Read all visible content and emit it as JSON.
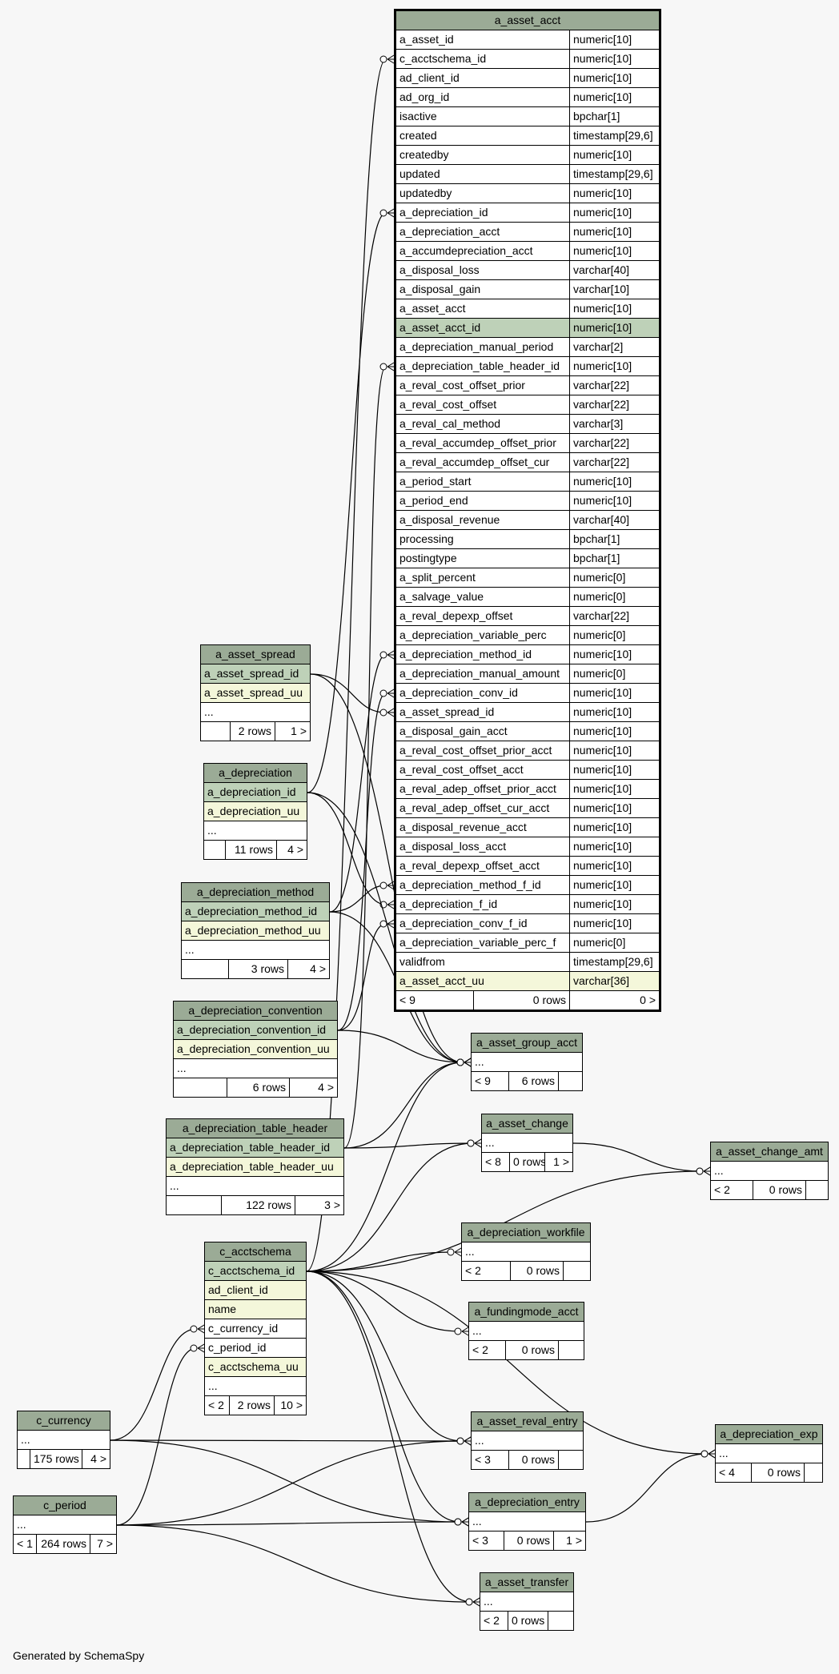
{
  "footer": "Generated by SchemaSpy",
  "tables": [
    {
      "id": "a_asset_acct",
      "name": "a_asset_acct",
      "main": true,
      "columns": [
        {
          "name": "a_asset_id",
          "type": "numeric[10]"
        },
        {
          "name": "c_acctschema_id",
          "type": "numeric[10]"
        },
        {
          "name": "ad_client_id",
          "type": "numeric[10]"
        },
        {
          "name": "ad_org_id",
          "type": "numeric[10]"
        },
        {
          "name": "isactive",
          "type": "bpchar[1]"
        },
        {
          "name": "created",
          "type": "timestamp[29,6]"
        },
        {
          "name": "createdby",
          "type": "numeric[10]"
        },
        {
          "name": "updated",
          "type": "timestamp[29,6]"
        },
        {
          "name": "updatedby",
          "type": "numeric[10]"
        },
        {
          "name": "a_depreciation_id",
          "type": "numeric[10]"
        },
        {
          "name": "a_depreciation_acct",
          "type": "numeric[10]"
        },
        {
          "name": "a_accumdepreciation_acct",
          "type": "numeric[10]"
        },
        {
          "name": "a_disposal_loss",
          "type": "varchar[40]"
        },
        {
          "name": "a_disposal_gain",
          "type": "varchar[10]"
        },
        {
          "name": "a_asset_acct",
          "type": "numeric[10]"
        },
        {
          "name": "a_asset_acct_id",
          "type": "numeric[10]",
          "kind": "pk"
        },
        {
          "name": "a_depreciation_manual_period",
          "type": "varchar[2]"
        },
        {
          "name": "a_depreciation_table_header_id",
          "type": "numeric[10]"
        },
        {
          "name": "a_reval_cost_offset_prior",
          "type": "varchar[22]"
        },
        {
          "name": "a_reval_cost_offset",
          "type": "varchar[22]"
        },
        {
          "name": "a_reval_cal_method",
          "type": "varchar[3]"
        },
        {
          "name": "a_reval_accumdep_offset_prior",
          "type": "varchar[22]"
        },
        {
          "name": "a_reval_accumdep_offset_cur",
          "type": "varchar[22]"
        },
        {
          "name": "a_period_start",
          "type": "numeric[10]"
        },
        {
          "name": "a_period_end",
          "type": "numeric[10]"
        },
        {
          "name": "a_disposal_revenue",
          "type": "varchar[40]"
        },
        {
          "name": "processing",
          "type": "bpchar[1]"
        },
        {
          "name": "postingtype",
          "type": "bpchar[1]"
        },
        {
          "name": "a_split_percent",
          "type": "numeric[0]"
        },
        {
          "name": "a_salvage_value",
          "type": "numeric[0]"
        },
        {
          "name": "a_reval_depexp_offset",
          "type": "varchar[22]"
        },
        {
          "name": "a_depreciation_variable_perc",
          "type": "numeric[0]"
        },
        {
          "name": "a_depreciation_method_id",
          "type": "numeric[10]"
        },
        {
          "name": "a_depreciation_manual_amount",
          "type": "numeric[0]"
        },
        {
          "name": "a_depreciation_conv_id",
          "type": "numeric[10]"
        },
        {
          "name": "a_asset_spread_id",
          "type": "numeric[10]"
        },
        {
          "name": "a_disposal_gain_acct",
          "type": "numeric[10]"
        },
        {
          "name": "a_reval_cost_offset_prior_acct",
          "type": "numeric[10]"
        },
        {
          "name": "a_reval_cost_offset_acct",
          "type": "numeric[10]"
        },
        {
          "name": "a_reval_adep_offset_prior_acct",
          "type": "numeric[10]"
        },
        {
          "name": "a_reval_adep_offset_cur_acct",
          "type": "numeric[10]"
        },
        {
          "name": "a_disposal_revenue_acct",
          "type": "numeric[10]"
        },
        {
          "name": "a_disposal_loss_acct",
          "type": "numeric[10]"
        },
        {
          "name": "a_reval_depexp_offset_acct",
          "type": "numeric[10]"
        },
        {
          "name": "a_depreciation_method_f_id",
          "type": "numeric[10]"
        },
        {
          "name": "a_depreciation_f_id",
          "type": "numeric[10]"
        },
        {
          "name": "a_depreciation_conv_f_id",
          "type": "numeric[10]"
        },
        {
          "name": "a_depreciation_variable_perc_f",
          "type": "numeric[0]"
        },
        {
          "name": "validfrom",
          "type": "timestamp[29,6]"
        },
        {
          "name": "a_asset_acct_uu",
          "type": "varchar[36]",
          "kind": "uq"
        }
      ],
      "footer": [
        "< 9",
        "0 rows",
        "0 >"
      ]
    },
    {
      "id": "a_asset_spread",
      "name": "a_asset_spread",
      "columns": [
        {
          "name": "a_asset_spread_id",
          "kind": "pk"
        },
        {
          "name": "a_asset_spread_uu",
          "kind": "uq"
        },
        {
          "name": "..."
        }
      ],
      "footer": [
        "",
        "2 rows",
        "1 >"
      ]
    },
    {
      "id": "a_depreciation",
      "name": "a_depreciation",
      "columns": [
        {
          "name": "a_depreciation_id",
          "kind": "pk"
        },
        {
          "name": "a_depreciation_uu",
          "kind": "uq"
        },
        {
          "name": "..."
        }
      ],
      "footer": [
        "",
        "11 rows",
        "4 >"
      ]
    },
    {
      "id": "a_depreciation_method",
      "name": "a_depreciation_method",
      "columns": [
        {
          "name": "a_depreciation_method_id",
          "kind": "pk"
        },
        {
          "name": "a_depreciation_method_uu",
          "kind": "uq"
        },
        {
          "name": "..."
        }
      ],
      "footer": [
        "",
        "3 rows",
        "4 >"
      ]
    },
    {
      "id": "a_depreciation_convention",
      "name": "a_depreciation_convention",
      "columns": [
        {
          "name": "a_depreciation_convention_id",
          "kind": "pk"
        },
        {
          "name": "a_depreciation_convention_uu",
          "kind": "uq"
        },
        {
          "name": "..."
        }
      ],
      "footer": [
        "",
        "6 rows",
        "4 >"
      ]
    },
    {
      "id": "a_depreciation_table_header",
      "name": "a_depreciation_table_header",
      "columns": [
        {
          "name": "a_depreciation_table_header_id",
          "kind": "pk"
        },
        {
          "name": "a_depreciation_table_header_uu",
          "kind": "uq"
        },
        {
          "name": "..."
        }
      ],
      "footer": [
        "",
        "122 rows",
        "3 >"
      ]
    },
    {
      "id": "c_acctschema",
      "name": "c_acctschema",
      "columns": [
        {
          "name": "c_acctschema_id",
          "kind": "pk"
        },
        {
          "name": "ad_client_id",
          "kind": "uq"
        },
        {
          "name": "name",
          "kind": "uq"
        },
        {
          "name": "c_currency_id"
        },
        {
          "name": "c_period_id"
        },
        {
          "name": "c_acctschema_uu",
          "kind": "uq"
        },
        {
          "name": "..."
        }
      ],
      "footer": [
        "< 2",
        "2 rows",
        "10 >"
      ]
    },
    {
      "id": "c_currency",
      "name": "c_currency",
      "columns": [
        {
          "name": "..."
        }
      ],
      "footer": [
        "",
        "175 rows",
        "4 >"
      ]
    },
    {
      "id": "c_period",
      "name": "c_period",
      "columns": [
        {
          "name": "..."
        }
      ],
      "footer": [
        "< 1",
        "264 rows",
        "7 >"
      ]
    },
    {
      "id": "a_asset_group_acct",
      "name": "a_asset_group_acct",
      "columns": [
        {
          "name": "..."
        }
      ],
      "footer": [
        "< 9",
        "6 rows",
        ""
      ]
    },
    {
      "id": "a_asset_change",
      "name": "a_asset_change",
      "columns": [
        {
          "name": "..."
        }
      ],
      "footer": [
        "< 8",
        "0 rows",
        "1 >"
      ]
    },
    {
      "id": "a_asset_change_amt",
      "name": "a_asset_change_amt",
      "columns": [
        {
          "name": "..."
        }
      ],
      "footer": [
        "< 2",
        "0 rows",
        ""
      ]
    },
    {
      "id": "a_depreciation_workfile",
      "name": "a_depreciation_workfile",
      "columns": [
        {
          "name": "..."
        }
      ],
      "footer": [
        "< 2",
        "0 rows",
        ""
      ]
    },
    {
      "id": "a_fundingmode_acct",
      "name": "a_fundingmode_acct",
      "columns": [
        {
          "name": "..."
        }
      ],
      "footer": [
        "< 2",
        "0 rows",
        ""
      ]
    },
    {
      "id": "a_asset_reval_entry",
      "name": "a_asset_reval_entry",
      "columns": [
        {
          "name": "..."
        }
      ],
      "footer": [
        "< 3",
        "0 rows",
        ""
      ]
    },
    {
      "id": "a_depreciation_exp",
      "name": "a_depreciation_exp",
      "columns": [
        {
          "name": "..."
        }
      ],
      "footer": [
        "< 4",
        "0 rows",
        ""
      ]
    },
    {
      "id": "a_depreciation_entry",
      "name": "a_depreciation_entry",
      "columns": [
        {
          "name": "..."
        }
      ],
      "footer": [
        "< 3",
        "0 rows",
        "1 >"
      ]
    },
    {
      "id": "a_asset_transfer",
      "name": "a_asset_transfer",
      "columns": [
        {
          "name": "..."
        }
      ],
      "footer": [
        "< 2",
        "0 rows",
        ""
      ]
    }
  ]
}
